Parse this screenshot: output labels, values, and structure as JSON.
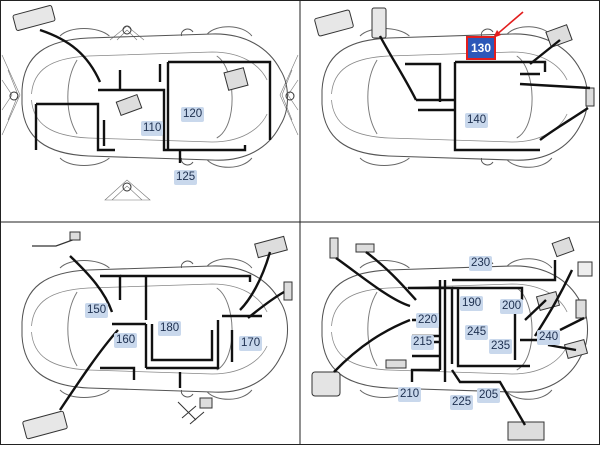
{
  "panels": [
    {
      "id": "top-left",
      "labels": [
        "110",
        "120",
        "125"
      ]
    },
    {
      "id": "top-right",
      "labels": [
        "130",
        "140"
      ],
      "highlighted": "130",
      "highlight_colors": {
        "fill": "#2d57b8",
        "border": "#e21d1d",
        "arrow": "#e21d1d"
      }
    },
    {
      "id": "bottom-left",
      "labels": [
        "150",
        "160",
        "170",
        "180"
      ]
    },
    {
      "id": "bottom-right",
      "labels": [
        "190",
        "200",
        "205",
        "210",
        "215",
        "220",
        "225",
        "230",
        "235",
        "240",
        "245"
      ]
    }
  ],
  "labels": {
    "l110": "110",
    "l120": "120",
    "l125": "125",
    "l130": "130",
    "l140": "140",
    "l150": "150",
    "l160": "160",
    "l170": "170",
    "l180": "180",
    "l190": "190",
    "l200": "200",
    "l205": "205",
    "l210": "210",
    "l215": "215",
    "l220": "220",
    "l225": "225",
    "l230": "230",
    "l235": "235",
    "l240": "240",
    "l245": "245"
  },
  "colors": {
    "line": "#1a1a1a",
    "outline": "#555555",
    "label_bg": "#c9d8ec",
    "label_text": "#1d2f4f"
  }
}
